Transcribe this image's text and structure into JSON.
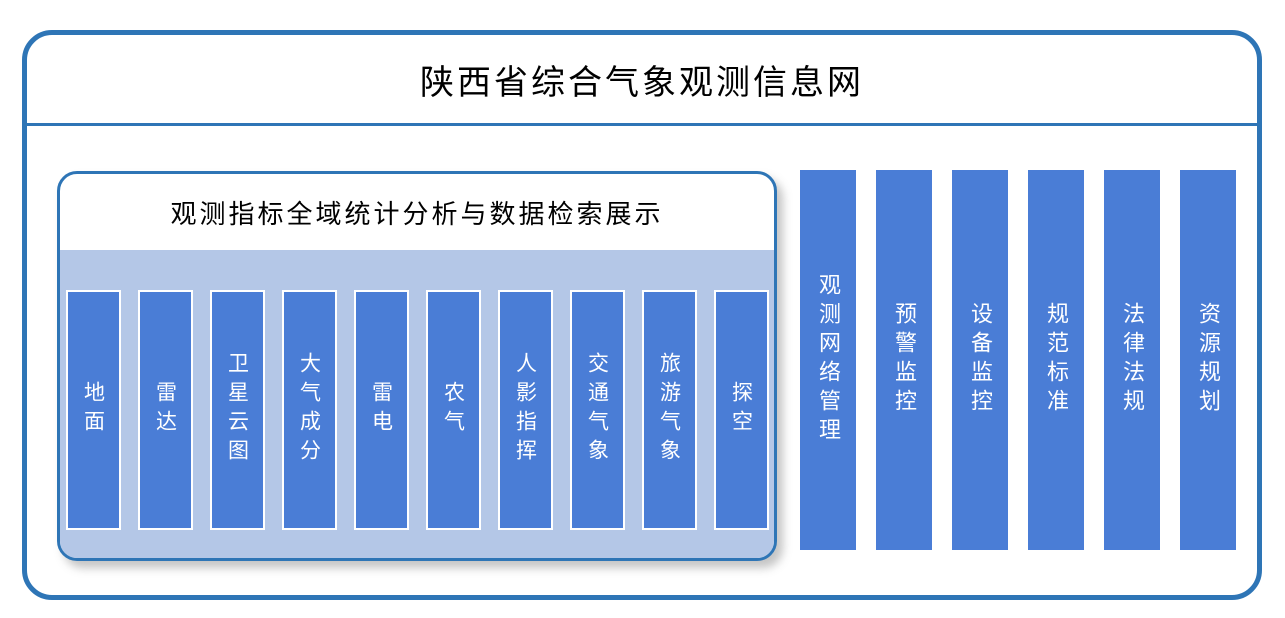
{
  "page": {
    "title": "陕西省综合气象观测信息网"
  },
  "left_panel": {
    "title": "观测指标全域统计分析与数据检索展示",
    "items": [
      {
        "label": "地面"
      },
      {
        "label": "雷达"
      },
      {
        "label": "卫星云图"
      },
      {
        "label": "大气成分"
      },
      {
        "label": "雷电"
      },
      {
        "label": "农气"
      },
      {
        "label": "人影指挥"
      },
      {
        "label": "交通气象"
      },
      {
        "label": "旅游气象"
      },
      {
        "label": "探空"
      }
    ]
  },
  "right_menu": {
    "items": [
      {
        "label": "观测网络管理"
      },
      {
        "label": "预警监控"
      },
      {
        "label": "设备监控"
      },
      {
        "label": "规范标准"
      },
      {
        "label": "法律法规"
      },
      {
        "label": "资源规划"
      }
    ]
  },
  "colors": {
    "border_blue": "#2E75B6",
    "bar_blue": "#4A7DD6",
    "panel_light_blue": "#B4C7E7",
    "bar_text": "#FFFFFF",
    "title_color": "#000000"
  }
}
